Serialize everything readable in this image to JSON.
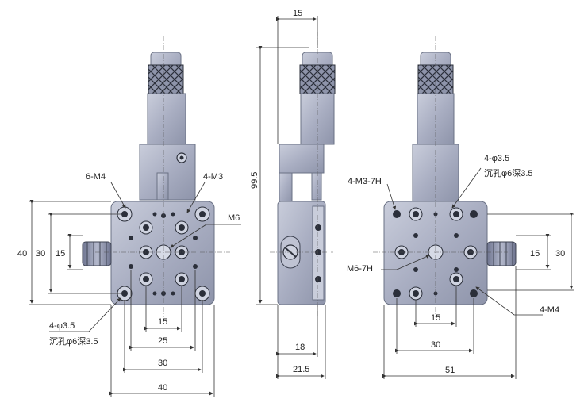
{
  "colors": {
    "body": "#a9aec2",
    "body_dark": "#6a7184",
    "hole_dark": "#2b2f3a",
    "line": "#333333"
  },
  "labels": {
    "m4_6": "6-M4",
    "m3_4": "4-M3",
    "m6": "M6",
    "hole_spec_left": "4-φ3.5",
    "counterbore_left": "沉孔φ6深3.5",
    "m3_7h": "4-M3-7H",
    "hole_spec_right": "4-φ3.5",
    "counterbore_right": "沉孔φ6深3.5",
    "m6_7h": "M6-7H",
    "m4_4": "4-M4"
  },
  "dims": {
    "front_h40": "40",
    "front_h30": "30",
    "front_h15": "15",
    "front_b15": "15",
    "front_b25": "25",
    "front_b30": "30",
    "front_b40": "40",
    "side_top15": "15",
    "side_995": "99.5",
    "side_18": "18",
    "side_215": "21.5",
    "rear_15": "15",
    "rear_30": "30",
    "rear_51": "51",
    "rear_h15": "15",
    "rear_h30": "30"
  }
}
